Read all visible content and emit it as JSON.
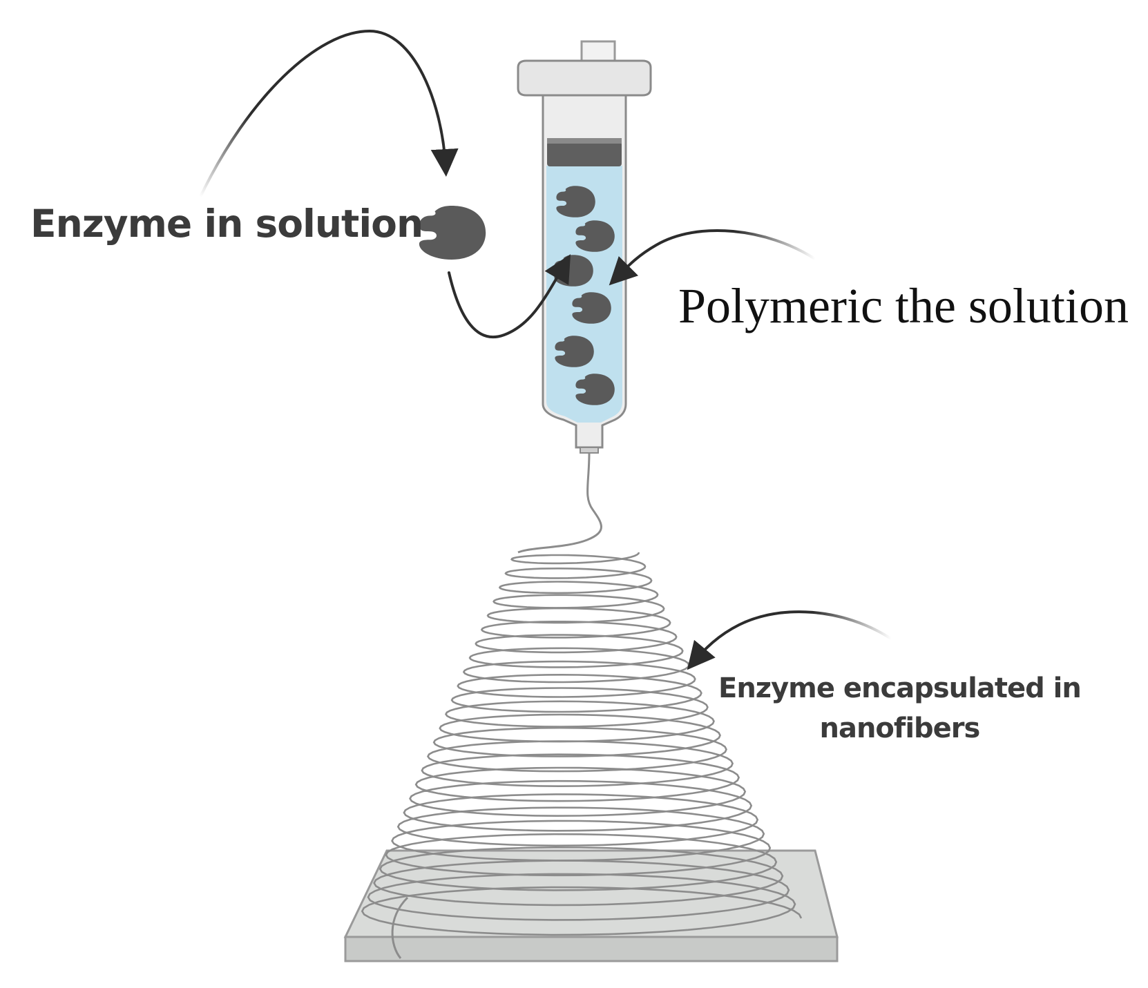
{
  "labels": {
    "enzyme_in_solution": "Enzyme in solution",
    "polymeric_solution": "Polymeric the solution",
    "encapsulated_line1": "Enzyme encapsulated in",
    "encapsulated_line2": "nanofibers"
  },
  "colors": {
    "solution_fill": "#bfe0ee",
    "enzyme_fill": "#5a5a5a",
    "syringe_body": "#ededed",
    "syringe_outline": "#8a8a8a",
    "fiber_stroke": "#8c8c8c",
    "collector_fill": "#d9dbd9",
    "arrow_color": "#2c2c2c"
  },
  "icons": {
    "enzyme": "enzyme-icon",
    "syringe": "syringe-icon",
    "fiber": "nanofiber-coil",
    "collector": "collector-plate"
  }
}
